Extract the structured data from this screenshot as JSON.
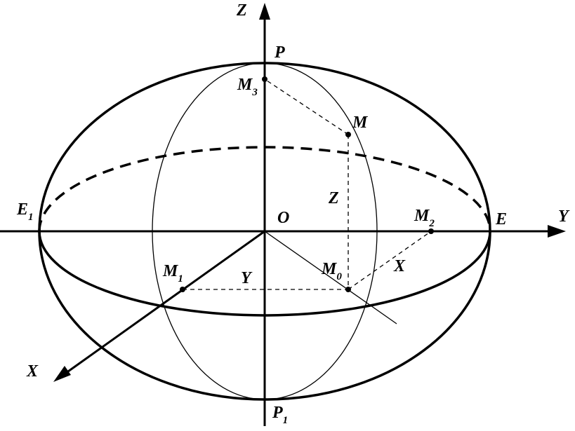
{
  "labels": {
    "axis_z": "Z",
    "axis_y": "Y",
    "axis_x": "X",
    "origin": "O",
    "pole_north": "P",
    "pole_south": {
      "main": "P",
      "sub": "1"
    },
    "equator_right": "E",
    "equator_left": {
      "main": "E",
      "sub": "1"
    },
    "point_m": "M",
    "point_m0": {
      "main": "M",
      "sub": "0"
    },
    "point_m1": {
      "main": "M",
      "sub": "1"
    },
    "point_m2": {
      "main": "M",
      "sub": "2"
    },
    "point_m3": {
      "main": "M",
      "sub": "3"
    },
    "seg_z": "Z",
    "seg_y": "Y",
    "seg_x": "X"
  }
}
